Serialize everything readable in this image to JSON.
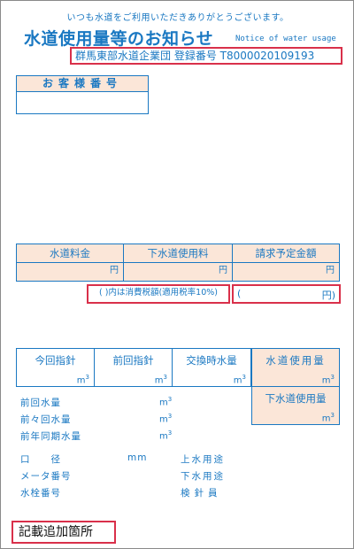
{
  "header": {
    "greeting": "いつも水道をご利用いただきありがとうございます。",
    "title": "水道使用量等のお知らせ",
    "title_en": "Notice of water usage",
    "registration": "群馬東部水道企業団 登録番号 T8000020109193"
  },
  "customer": {
    "label": "お客様番号",
    "value": ""
  },
  "charges": {
    "water_fee_label": "水道料金",
    "sewer_fee_label": "下水道使用料",
    "billing_amount_label": "請求予定金額",
    "yen": "円",
    "tax_note": "( )内は消費税額(適用税率10%)",
    "tax_paren_open": "(",
    "tax_yen": "円)"
  },
  "meter": {
    "current_reading_label": "今回指針",
    "previous_reading_label": "前回指針",
    "replacement_volume_label": "交換時水量",
    "water_usage_label": "水道使用量",
    "sewer_usage_label": "下水道使用量",
    "unit_m": "m",
    "unit_sup": "3"
  },
  "history": {
    "prev_volume_label": "前回水量",
    "prev_prev_volume_label": "前々回水量",
    "same_period_label": "前年同期水量"
  },
  "details": {
    "caliber_label": "口　　径",
    "caliber_unit": "mm",
    "meter_no_label": "メータ番号",
    "tap_no_label": "水栓番号",
    "water_use_label": "上水用途",
    "sewer_use_label": "下水用途",
    "inspector_label": "検針員"
  },
  "footer": {
    "additional_label": "記載追加箇所"
  },
  "colors": {
    "text_blue": "#1a78c2",
    "header_fill": "#fbe6d8",
    "highlight_red": "#d9304a"
  }
}
